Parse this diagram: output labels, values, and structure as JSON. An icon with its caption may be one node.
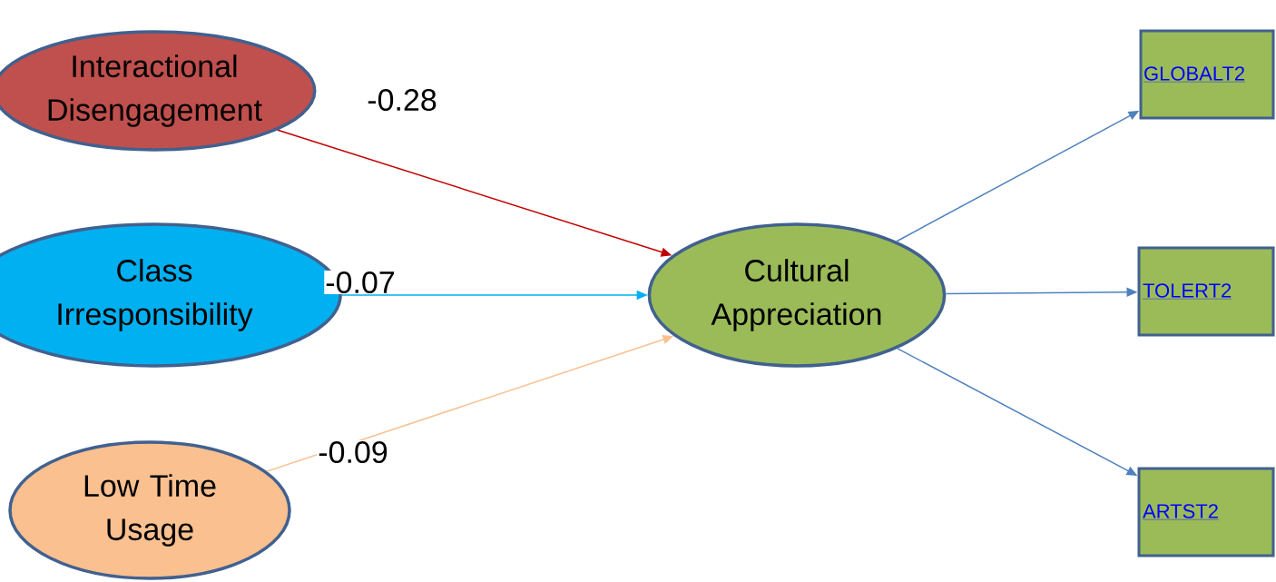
{
  "diagram": {
    "nodes": [
      {
        "text": [
          "Interactional Disengagement"
        ]
      },
      {
        "text": [
          "Class Irresponsibility"
        ]
      },
      {
        "text": [
          "Low Time Usage"
        ]
      },
      {
        "text": [
          "Cultural Appreciation"
        ]
      },
      {
        "text": [
          "GLOBALT2"
        ]
      },
      {
        "text": [
          "TOLERT2"
        ]
      },
      {
        "text": [
          "ARTST2"
        ]
      }
    ],
    "edges": [
      {
        "from": 0,
        "to": 3,
        "arrow": "to",
        "label": "-0.28",
        "color": "#c00000"
      },
      {
        "from": 1,
        "to": 3,
        "arrow": "to",
        "label": "-0.07",
        "color": "#00b0f0"
      },
      {
        "from": 2,
        "to": 3,
        "arrow": "to",
        "label": "-0.09",
        "color": "#fac090"
      },
      {
        "from": 3,
        "to": 4,
        "arrow": "to",
        "color": "#4f81bd"
      },
      {
        "from": 3,
        "to": 5,
        "arrow": "to",
        "color": "#4f81bd"
      },
      {
        "from": 3,
        "to": 6,
        "arrow": "to",
        "color": "#4f81bd"
      }
    ]
  }
}
